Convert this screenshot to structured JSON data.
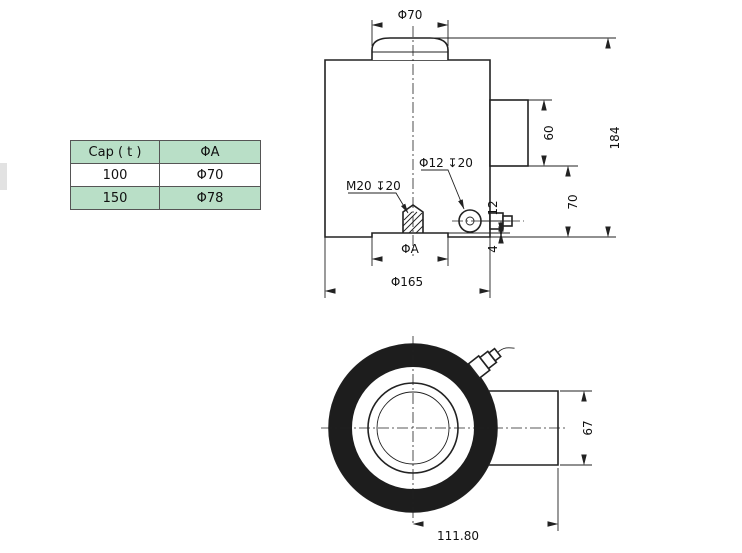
{
  "colors": {
    "table_green": "#b9dfc7",
    "line": "#222222",
    "ring_fill": "#1d1d1d"
  },
  "table": {
    "headers": [
      "Cap ( t )",
      "ΦA"
    ],
    "rows": [
      [
        "100",
        "Φ70"
      ],
      [
        "150",
        "Φ78"
      ]
    ]
  },
  "side_view": {
    "dim_cap_diameter": "Φ70",
    "dim_total_height": "184",
    "dim_connector_height": "60",
    "dim_lower_height": "70",
    "dim_cable_offset": "12",
    "dim_recess_depth": "4",
    "dim_recess_diameter": "ΦA",
    "dim_base_diameter": "Φ165",
    "label_center_hole": "M20 ↧20",
    "label_side_hole": "Φ12 ↧20"
  },
  "bottom_view": {
    "dim_width": "111.80",
    "dim_connector_height": "67"
  }
}
